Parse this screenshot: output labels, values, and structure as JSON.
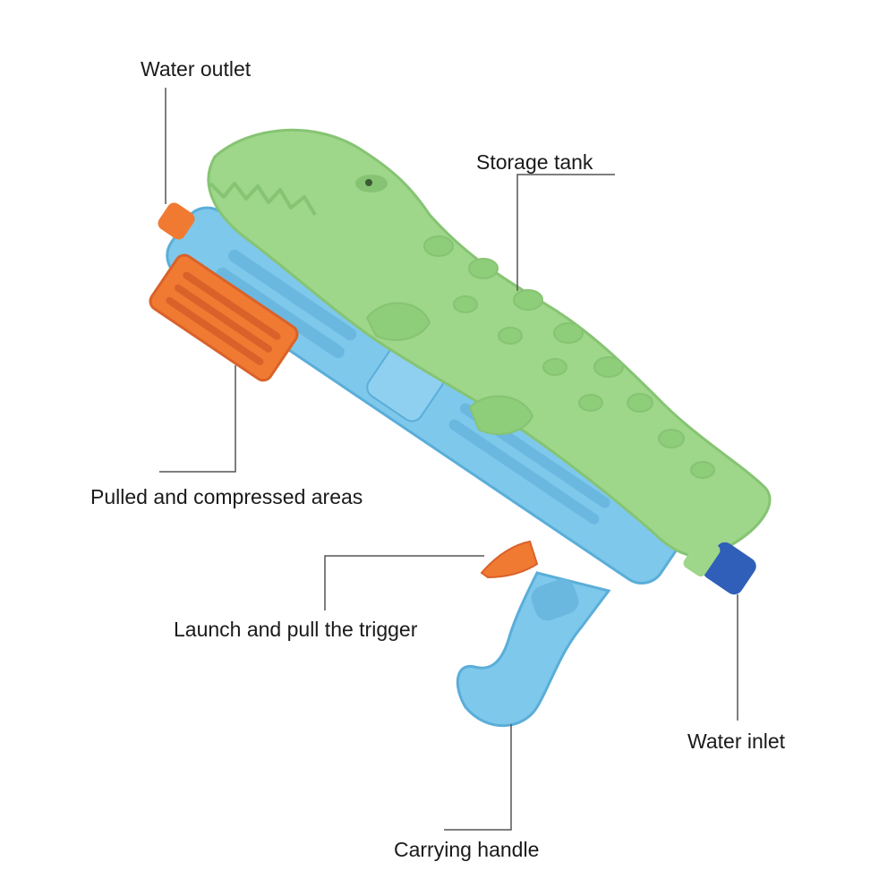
{
  "callouts": {
    "water_outlet": "Water outlet",
    "storage_tank": "Storage tank",
    "pulled_areas": "Pulled and compressed areas",
    "trigger": "Launch and pull the trigger",
    "water_inlet": "Water inlet",
    "carrying_handle": "Carrying handle"
  },
  "colors": {
    "body_blue": "#7ec8ec",
    "body_blue_dark": "#5aaed8",
    "tank_green": "#9ed68a",
    "tank_green_dark": "#86c473",
    "accent_orange": "#f07a32",
    "cap_blue": "#2f5fb8",
    "leader_line": "#555555"
  }
}
